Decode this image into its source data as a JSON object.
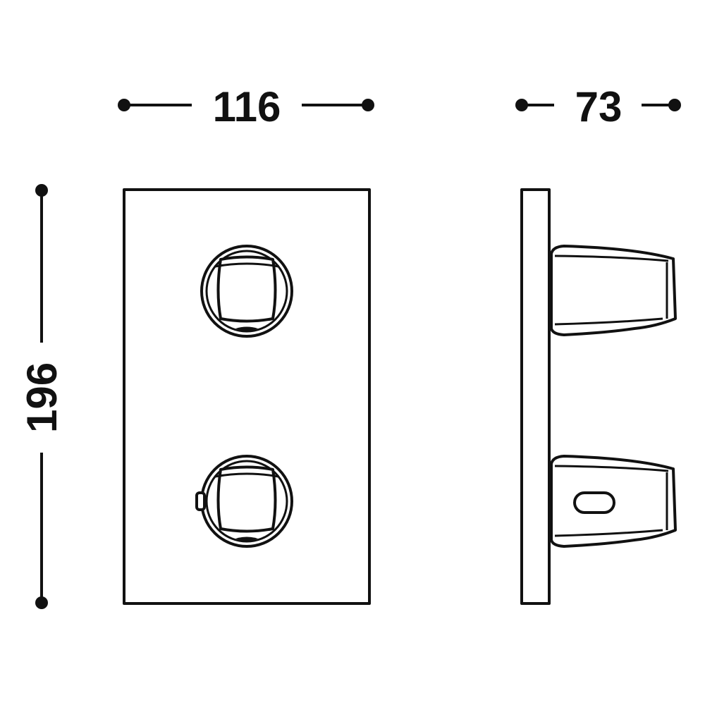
{
  "dimensions": {
    "width": "116",
    "depth": "73",
    "height": "196"
  },
  "colors": {
    "ink": "#111111",
    "paper": "#ffffff"
  },
  "views": {
    "front": {
      "handles": 2,
      "indicator_on_lower_handle": true
    },
    "side": {
      "handles": 2,
      "slot_on_lower_handle": true
    }
  }
}
